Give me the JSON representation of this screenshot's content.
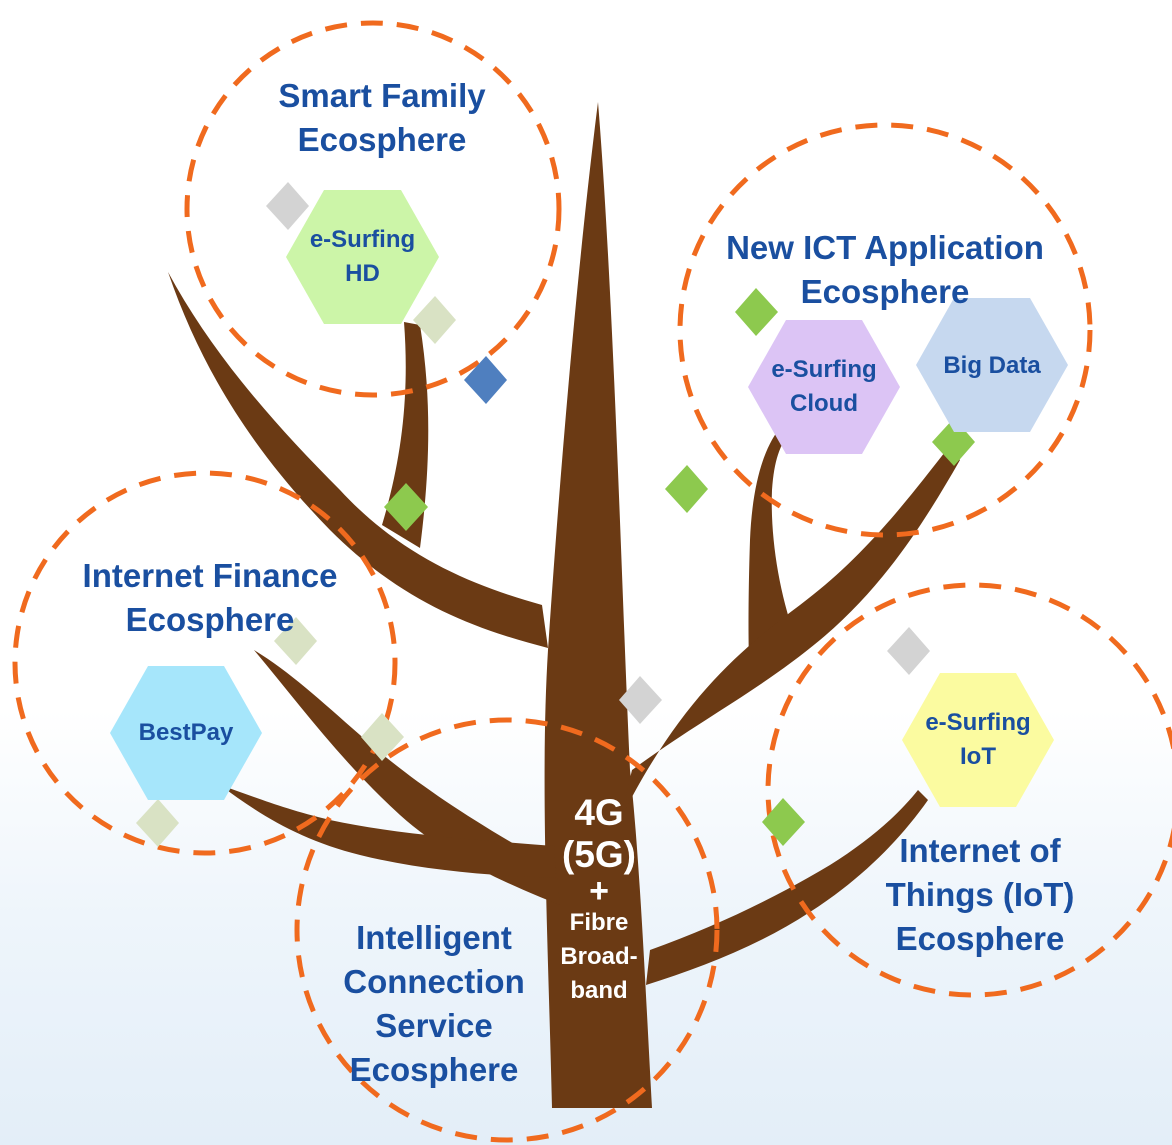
{
  "colors": {
    "trunk": "#6b3a14",
    "circle_dash": "#f06a1e",
    "title_text": "#1a4fa0",
    "trunk_text": "#ffffff",
    "hex_green": "#8dc94e",
    "hex_grey": "#d3d3d3",
    "hex_pale": "#d9e2c4",
    "hex_blue": "#4f7fbf"
  },
  "ecospheres": {
    "smart_family": {
      "title_line1": "Smart Family",
      "title_line2": "Ecosphere"
    },
    "new_ict": {
      "title_line1": "New ICT Application",
      "title_line2": "Ecosphere"
    },
    "internet_finance": {
      "title_line1": "Internet Finance",
      "title_line2": "Ecosphere"
    },
    "intelligent_connection": {
      "title_line1": "Intelligent",
      "title_line2": "Connection",
      "title_line3": "Service",
      "title_line4": "Ecosphere"
    },
    "iot": {
      "title_line1": "Internet of",
      "title_line2": "Things (IoT)",
      "title_line3": "Ecosphere"
    }
  },
  "products": {
    "esurfing_hd": {
      "line1": "e-Surfing",
      "line2": "HD",
      "color": "#ccf5a8"
    },
    "esurfing_cloud": {
      "line1": "e-Surfing",
      "line2": "Cloud",
      "color": "#dcc4f5"
    },
    "big_data": {
      "line1": "Big Data",
      "color": "#c6d8ef"
    },
    "bestpay": {
      "line1": "BestPay",
      "color": "#a6e6fb"
    },
    "esurfing_iot": {
      "line1": "e-Surfing",
      "line2": "IoT",
      "color": "#fbfba0"
    }
  },
  "trunk": {
    "line1": "4G",
    "line2": "(5G)",
    "line3": "+",
    "line4": "Fibre",
    "line5": "Broad-",
    "line6": "band"
  }
}
